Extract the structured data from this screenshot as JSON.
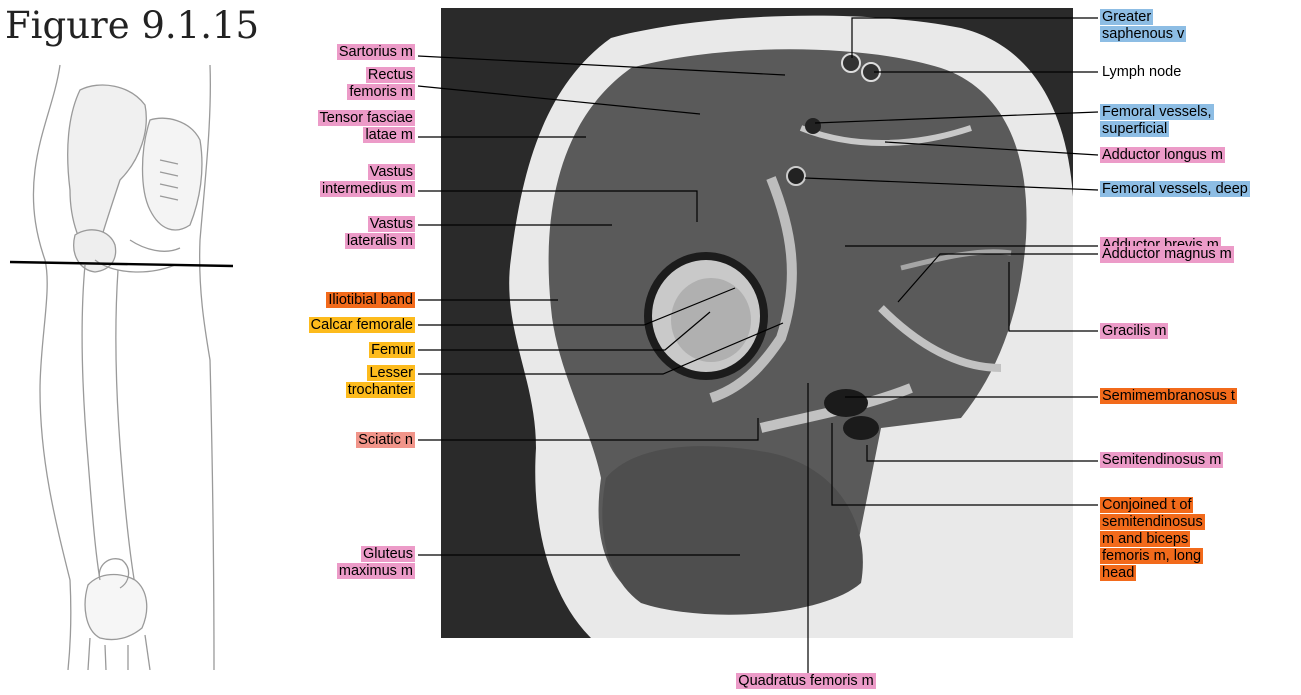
{
  "figure_title": "Figure 9.1.15",
  "labels_left": [
    {
      "key": "sartorius",
      "text": "Sartorius m",
      "color": "pink"
    },
    {
      "key": "rectus1",
      "text": "Rectus",
      "color": "pink"
    },
    {
      "key": "rectus2",
      "text": "femoris m",
      "color": "pink"
    },
    {
      "key": "tensor1",
      "text": "Tensor fasciae",
      "color": "pink"
    },
    {
      "key": "tensor2",
      "text": "latae m",
      "color": "pink"
    },
    {
      "key": "vint1",
      "text": "Vastus",
      "color": "pink"
    },
    {
      "key": "vint2",
      "text": "intermedius m",
      "color": "pink"
    },
    {
      "key": "vlat1",
      "text": "Vastus",
      "color": "pink"
    },
    {
      "key": "vlat2",
      "text": "lateralis m",
      "color": "pink"
    },
    {
      "key": "itb",
      "text": "Iliotibial band",
      "color": "orange"
    },
    {
      "key": "calcar",
      "text": "Calcar femorale",
      "color": "yellow"
    },
    {
      "key": "femur",
      "text": "Femur",
      "color": "yellow"
    },
    {
      "key": "lt1",
      "text": "Lesser",
      "color": "yellow"
    },
    {
      "key": "lt2",
      "text": "trochanter",
      "color": "yellow"
    },
    {
      "key": "sciatic",
      "text": "Sciatic n",
      "color": "salmon"
    },
    {
      "key": "glut1",
      "text": "Gluteus",
      "color": "pink"
    },
    {
      "key": "glut2",
      "text": "maximus m",
      "color": "pink"
    }
  ],
  "labels_right": [
    {
      "key": "gsv1",
      "text": "Greater",
      "color": "blue"
    },
    {
      "key": "gsv2",
      "text": "saphenous v",
      "color": "blue"
    },
    {
      "key": "lymph",
      "text": "Lymph node",
      "color": "plain"
    },
    {
      "key": "fvs1",
      "text": "Femoral vessels,",
      "color": "blue"
    },
    {
      "key": "fvs2",
      "text": "superficial",
      "color": "blue"
    },
    {
      "key": "addl",
      "text": "Adductor longus m",
      "color": "pink"
    },
    {
      "key": "fvd",
      "text": "Femoral vessels, deep",
      "color": "blue"
    },
    {
      "key": "addb",
      "text": "Adductor brevis m",
      "color": "pink"
    },
    {
      "key": "addm",
      "text": "Adductor magnus m",
      "color": "pink"
    },
    {
      "key": "grac",
      "text": "Gracilis m",
      "color": "pink"
    },
    {
      "key": "semim",
      "text": "Semimembranosus t",
      "color": "orange"
    },
    {
      "key": "semit",
      "text": "Semitendinosus m",
      "color": "pink"
    },
    {
      "key": "conj1",
      "text": "Conjoined t of",
      "color": "orange"
    },
    {
      "key": "conj2",
      "text": "semitendinosus",
      "color": "orange"
    },
    {
      "key": "conj3",
      "text": "m and biceps",
      "color": "orange"
    },
    {
      "key": "conj4",
      "text": "femoris m, long",
      "color": "orange"
    },
    {
      "key": "conj5",
      "text": "head",
      "color": "orange"
    }
  ],
  "label_bottom": {
    "text": "Quadratus femoris m",
    "color": "pink"
  },
  "colors": {
    "pink": "#ec9bc8",
    "blue": "#8dbde4",
    "orange": "#f26a1b",
    "yellow": "#fdbb1d",
    "salmon": "#f1958a"
  }
}
